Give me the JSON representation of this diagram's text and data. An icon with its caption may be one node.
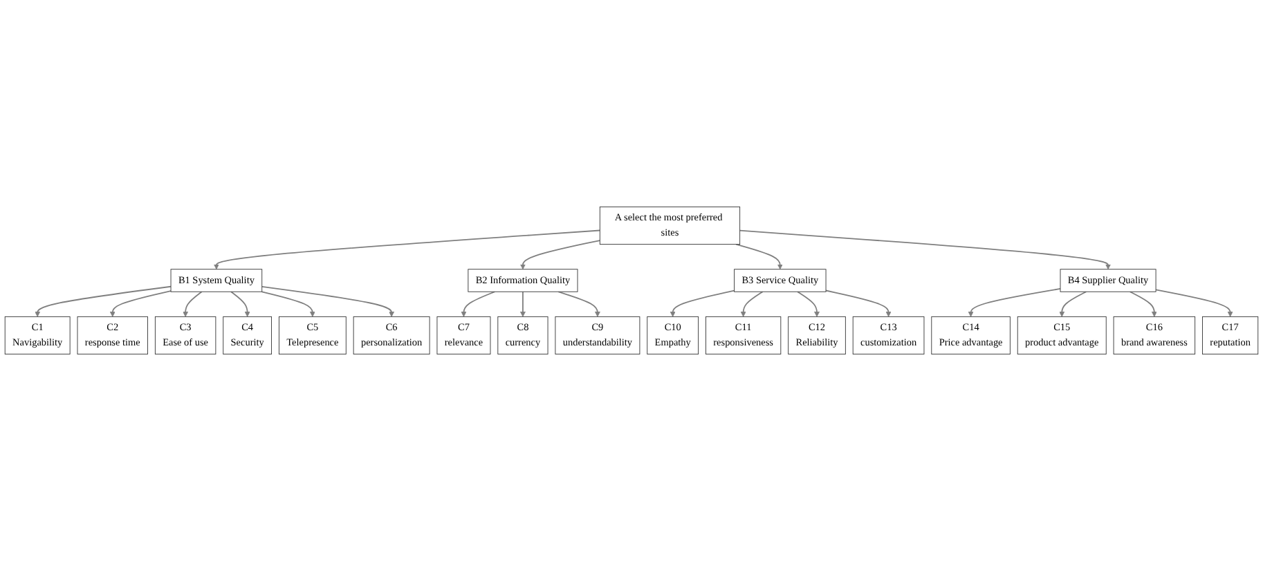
{
  "diagram": {
    "nodes": [
      {
        "text": [
          "A select the most preferred sites"
        ]
      },
      {
        "text": [
          "B1 System Quality"
        ]
      },
      {
        "text": [
          "B2 Information Quality"
        ]
      },
      {
        "text": [
          "B3 Service Quality"
        ]
      },
      {
        "text": [
          "B4 Supplier Quality"
        ]
      },
      {
        "text": [
          "C1",
          "Navigability"
        ]
      },
      {
        "text": [
          "C2",
          "response time"
        ]
      },
      {
        "text": [
          "C3",
          "Ease of use"
        ]
      },
      {
        "text": [
          "C4",
          "Security"
        ]
      },
      {
        "text": [
          "C5",
          "Telepresence"
        ]
      },
      {
        "text": [
          "C6",
          "personalization"
        ]
      },
      {
        "text": [
          "C7",
          "relevance"
        ]
      },
      {
        "text": [
          "C8",
          "currency"
        ]
      },
      {
        "text": [
          "C9",
          "understandability"
        ]
      },
      {
        "text": [
          "C10",
          "Empathy"
        ]
      },
      {
        "text": [
          "C11",
          "responsiveness"
        ]
      },
      {
        "text": [
          "C12",
          "Reliability"
        ]
      },
      {
        "text": [
          "C13",
          "customization"
        ]
      },
      {
        "text": [
          "C14",
          "Price advantage"
        ]
      },
      {
        "text": [
          "C15",
          "product advantage"
        ]
      },
      {
        "text": [
          "C16",
          "brand awareness"
        ]
      },
      {
        "text": [
          "C17",
          "reputation"
        ]
      }
    ],
    "edges": [
      {
        "from": 0,
        "to": 1,
        "arrow": "to"
      },
      {
        "from": 0,
        "to": 2,
        "arrow": "to"
      },
      {
        "from": 0,
        "to": 3,
        "arrow": "to"
      },
      {
        "from": 0,
        "to": 4,
        "arrow": "to"
      },
      {
        "from": 1,
        "to": 5,
        "arrow": "to"
      },
      {
        "from": 1,
        "to": 6,
        "arrow": "to"
      },
      {
        "from": 1,
        "to": 7,
        "arrow": "to"
      },
      {
        "from": 1,
        "to": 8,
        "arrow": "to"
      },
      {
        "from": 1,
        "to": 9,
        "arrow": "to"
      },
      {
        "from": 1,
        "to": 10,
        "arrow": "to"
      },
      {
        "from": 2,
        "to": 11,
        "arrow": "to"
      },
      {
        "from": 2,
        "to": 12,
        "arrow": "to"
      },
      {
        "from": 2,
        "to": 13,
        "arrow": "to"
      },
      {
        "from": 3,
        "to": 14,
        "arrow": "to"
      },
      {
        "from": 3,
        "to": 15,
        "arrow": "to"
      },
      {
        "from": 3,
        "to": 16,
        "arrow": "to"
      },
      {
        "from": 3,
        "to": 17,
        "arrow": "to"
      },
      {
        "from": 4,
        "to": 18,
        "arrow": "to"
      },
      {
        "from": 4,
        "to": 19,
        "arrow": "to"
      },
      {
        "from": 4,
        "to": 20,
        "arrow": "to"
      },
      {
        "from": 4,
        "to": 21,
        "arrow": "to"
      }
    ]
  }
}
